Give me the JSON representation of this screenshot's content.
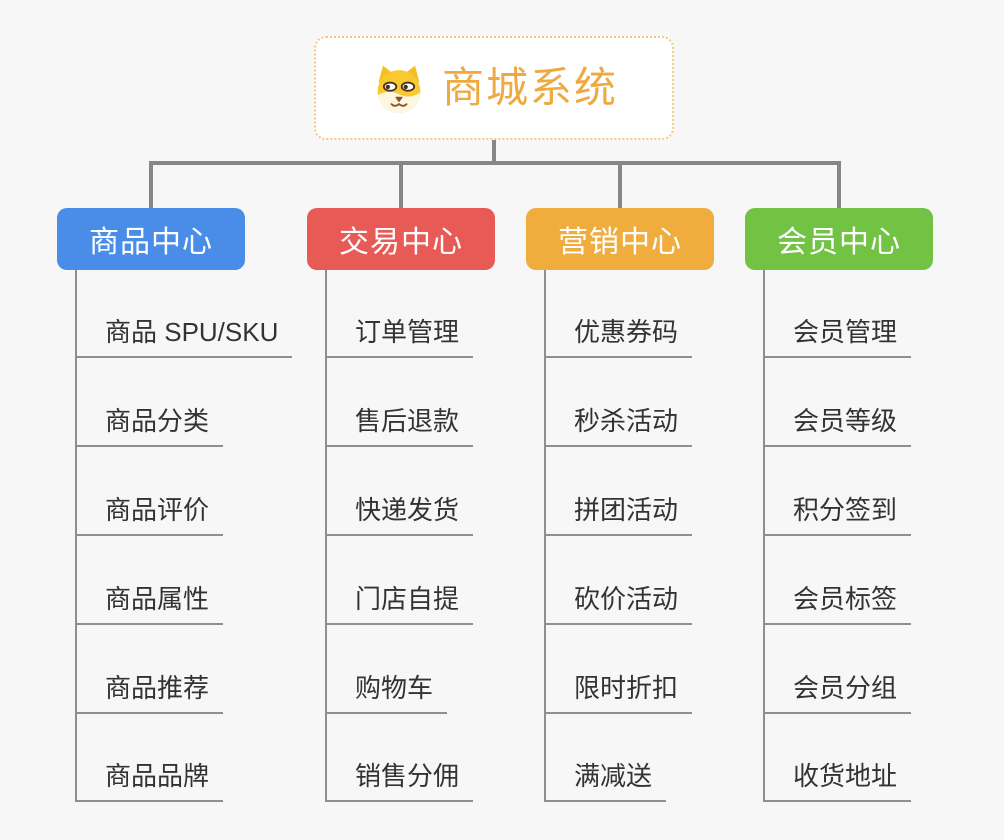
{
  "root": {
    "title": "商城系统",
    "icon": "dog-face-icon"
  },
  "branches": [
    {
      "label": "商品中心",
      "color": "#4A8DE8",
      "items": [
        "商品 SPU/SKU",
        "商品分类",
        "商品评价",
        "商品属性",
        "商品推荐",
        "商品品牌"
      ]
    },
    {
      "label": "交易中心",
      "color": "#E85A56",
      "items": [
        "订单管理",
        "售后退款",
        "快递发货",
        "门店自提",
        "购物车",
        "销售分佣"
      ]
    },
    {
      "label": "营销中心",
      "color": "#F0AD3D",
      "items": [
        "优惠券码",
        "秒杀活动",
        "拼团活动",
        "砍价活动",
        "限时折扣",
        "满减送"
      ]
    },
    {
      "label": "会员中心",
      "color": "#72C344",
      "items": [
        "会员管理",
        "会员等级",
        "积分签到",
        "会员标签",
        "会员分组",
        "收货地址"
      ]
    }
  ],
  "colors": {
    "background": "#F7F7F7",
    "connector": "#878787",
    "underline": "#8F8F8F",
    "subtopic_text": "#333333",
    "root_title": "#EFA941",
    "root_border": "#F4C77C",
    "root_background": "#FFFFFF"
  }
}
